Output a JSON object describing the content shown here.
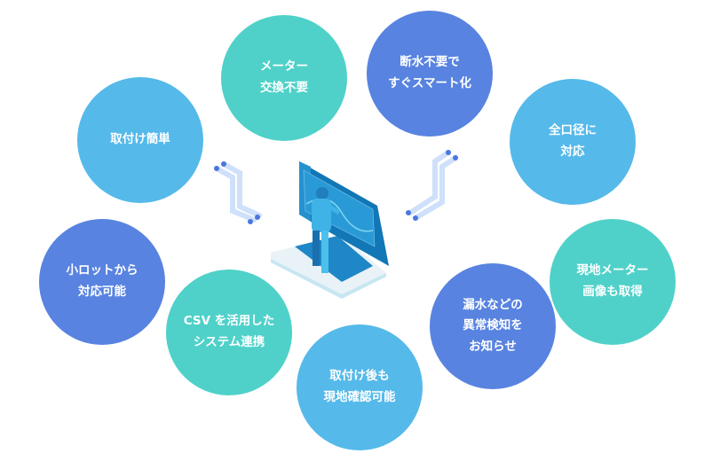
{
  "features": [
    {
      "id": "meter-replacement",
      "label": "メーター\n交換不要",
      "color": "#4fd1c9"
    },
    {
      "id": "no-water-cutoff",
      "label": "断水不要で\nすぐスマート化",
      "color": "#5883e0"
    },
    {
      "id": "all-diameters",
      "label": "全口径に\n対応",
      "color": "#55b9ea"
    },
    {
      "id": "easy-install",
      "label": "取付け簡単",
      "color": "#55b9ea"
    },
    {
      "id": "onsite-image",
      "label": "現地メーター\n画像も取得",
      "color": "#4fd1c9"
    },
    {
      "id": "small-lot",
      "label": "小ロットから\n対応可能",
      "color": "#5883e0"
    },
    {
      "id": "csv-integration",
      "label": "CSV を活用した\nシステム連携",
      "color": "#4fd1c9"
    },
    {
      "id": "leak-alert",
      "label": "漏水などの\n異常検知を\nお知らせ",
      "color": "#5883e0"
    },
    {
      "id": "onsite-check",
      "label": "取付け後も\n現地確認可能",
      "color": "#55b9ea"
    }
  ]
}
